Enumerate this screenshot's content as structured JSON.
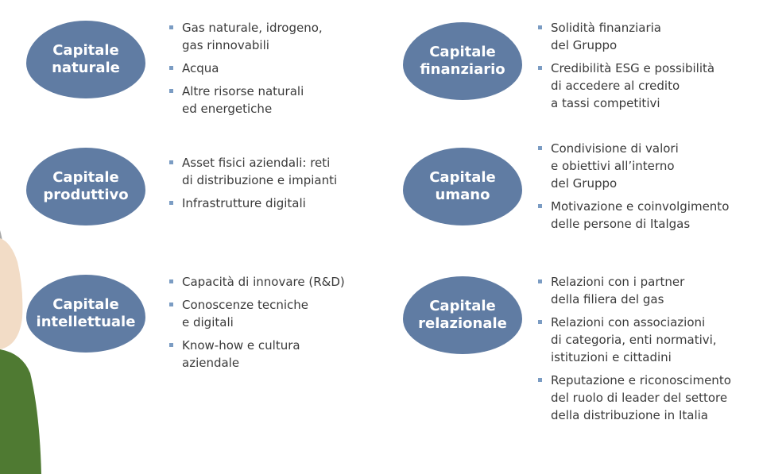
{
  "colors": {
    "bubble": "#607ca3",
    "bullet": "#7b9cc3",
    "text": "#3a3a3a",
    "figure_green": "#4f7a32",
    "figure_grey": "#a8a8a8"
  },
  "capitals": [
    {
      "key": "naturale",
      "title": [
        "Capitale",
        "naturale"
      ],
      "items": [
        "Gas naturale, idrogeno,\ngas rinnovabili",
        "Acqua",
        "Altre risorse naturali\ned energetiche"
      ]
    },
    {
      "key": "finanziario",
      "title": [
        "Capitale",
        "finanziario"
      ],
      "items": [
        "Solidità finanziaria\ndel Gruppo",
        "Credibilità ESG e possibilità\ndi accedere al credito\na tassi competitivi"
      ]
    },
    {
      "key": "produttivo",
      "title": [
        "Capitale",
        "produttivo"
      ],
      "items": [
        "Asset fisici aziendali: reti\ndi distribuzione e impianti",
        "Infrastrutture digitali"
      ]
    },
    {
      "key": "umano",
      "title": [
        "Capitale",
        "umano"
      ],
      "items": [
        "Condivisione di valori\ne obiettivi all’interno\ndel Gruppo",
        "Motivazione e coinvolgimento\ndelle persone di Italgas"
      ]
    },
    {
      "key": "intellettuale",
      "title": [
        "Capitale",
        "intellettuale"
      ],
      "items": [
        "Capacità di innovare (R&D)",
        "Conoscenze tecniche\ne digitali",
        "Know-how e cultura\naziendale"
      ]
    },
    {
      "key": "relazionale",
      "title": [
        "Capitale",
        "relazionale"
      ],
      "items": [
        "Relazioni con i partner\ndella filiera del gas",
        "Relazioni con associazioni\ndi categoria, enti normativi,\nistituzioni e cittadini",
        "Reputazione e riconoscimento\ndel ruolo di leader del settore\ndella distribuzione in Italia"
      ]
    }
  ]
}
